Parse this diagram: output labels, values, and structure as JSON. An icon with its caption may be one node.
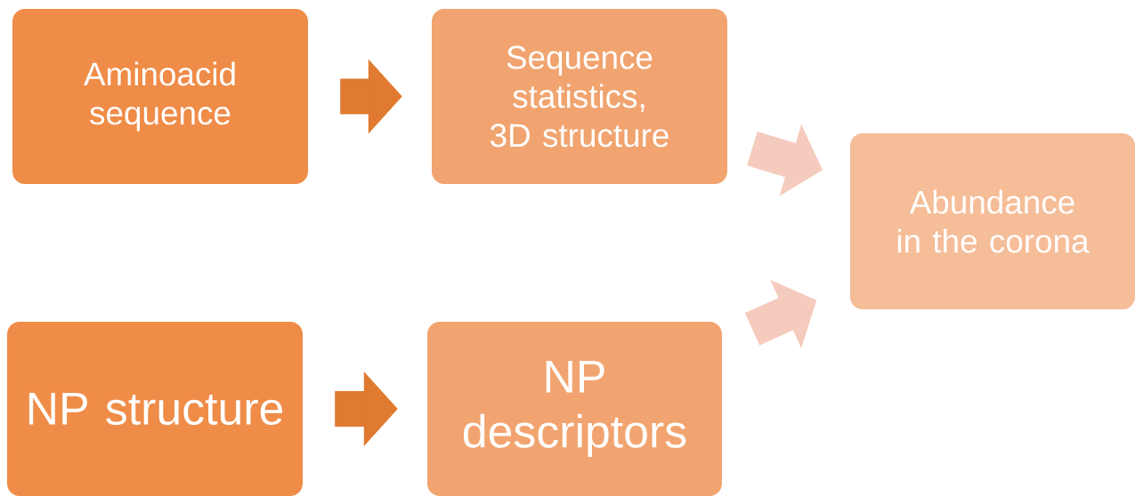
{
  "diagram": {
    "nodes": [
      {
        "text": [
          "Aminoacid sequence"
        ]
      },
      {
        "text": [
          "Sequence statistics, 3D structure"
        ]
      },
      {
        "text": [
          "Abundance in the corona"
        ]
      },
      {
        "text": [
          "NP structure"
        ]
      },
      {
        "text": [
          "NP descriptors"
        ]
      }
    ],
    "edges": [
      {
        "from": 0,
        "to": 1,
        "arrow": "to"
      },
      {
        "from": 1,
        "to": 2,
        "arrow": "to",
        "color": "#f5cbbd"
      },
      {
        "from": 3,
        "to": 4,
        "arrow": "to"
      },
      {
        "from": 4,
        "to": 2,
        "arrow": "to",
        "color": "#f5cbbd"
      }
    ]
  }
}
